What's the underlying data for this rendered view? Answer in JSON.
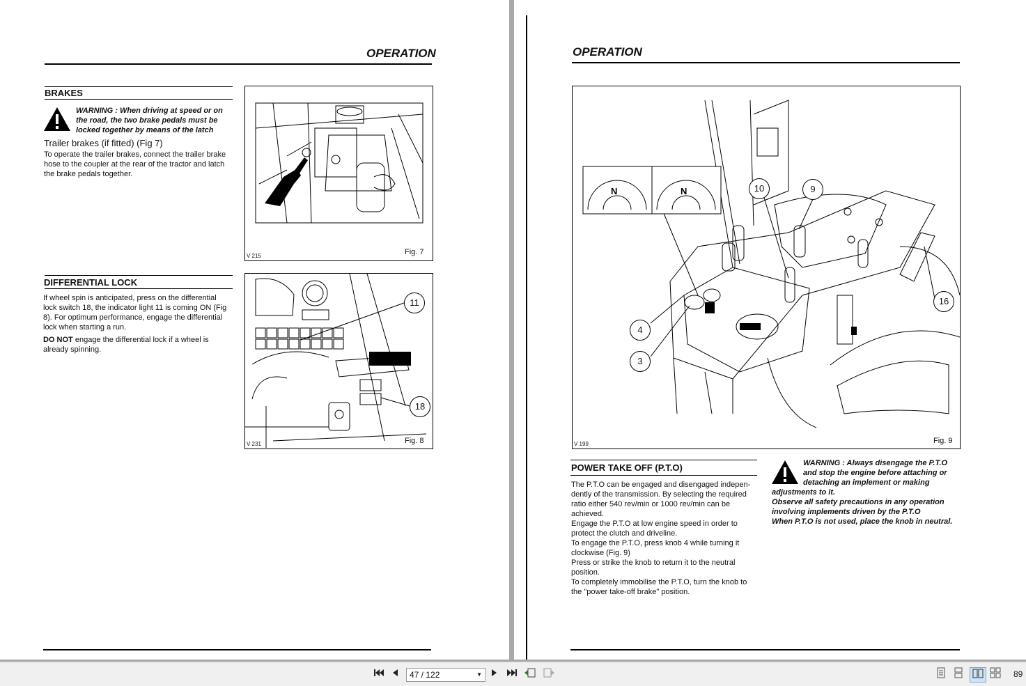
{
  "left_page": {
    "header": "OPERATION",
    "brakes": {
      "title": "BRAKES",
      "warning_lines": [
        "WARNING : When driving at speed or on",
        "the road, the two brake pedals must be",
        "locked together by  means of the latch"
      ],
      "subheading": "Trailer brakes (if fitted) (Fig 7)",
      "body_lines": [
        "To operate the trailer brakes, connect the trailer brake",
        "hose to the coupler at the rear of the tractor and latch",
        "the brake pedals together."
      ]
    },
    "diff": {
      "title": "DIFFERENTIAL LOCK",
      "body_lines": [
        "If wheel spin is anticipated, press on the differential",
        "lock switch 18, the indicator light 11 is coming ON (Fig",
        "8). For optimum performance, engage the differential",
        "lock when starting a run."
      ],
      "do_not": "DO NOT",
      "do_not_rest": " engage the differential lock if a wheel is",
      "do_not_line2": "already spinning."
    },
    "fig7": {
      "code": "V 215",
      "label": "Fig. 7"
    },
    "fig8": {
      "code": "V 231",
      "label": "Fig. 8",
      "callouts": [
        "11",
        "18"
      ]
    }
  },
  "right_page": {
    "header": "OPERATION",
    "fig9": {
      "code": "V 199",
      "label": "Fig. 9",
      "callouts": [
        "10",
        "9",
        "4",
        "3",
        "16"
      ],
      "inset_letter": "N"
    },
    "pto": {
      "title": "POWER TAKE OFF (P.T.O)",
      "body_lines": [
        "The P.T.O can be engaged and disengaged indepen-",
        "dently of the transmission. By selecting the required",
        "ratio either 540 rev/min or 1000 rev/min can be",
        "achieved.",
        "Engage the P.T.O at low engine speed in order to",
        "protect the clutch and driveline.",
        "To engage the P.T.O, press knob 4 while turning it",
        "clockwise (Fig. 9)",
        "Press or strike the knob to return it to the neutral",
        "position.",
        "To completely immobilise the P.T.O, turn the knob to",
        "the \"power take-off brake\" position."
      ],
      "warning_lines": [
        "WARNING : Always disengage the P.T.O",
        "and stop the engine before attaching or",
        "detaching an implement or making"
      ],
      "warning_rest": [
        "adjustments to it.",
        "Observe all safety precautions in any operation",
        "involving implements driven by the P.T.O",
        "When P.T.O is not used, place the knob in neutral."
      ]
    }
  },
  "toolbar": {
    "page_value": "47 / 122",
    "zoom": "89"
  }
}
